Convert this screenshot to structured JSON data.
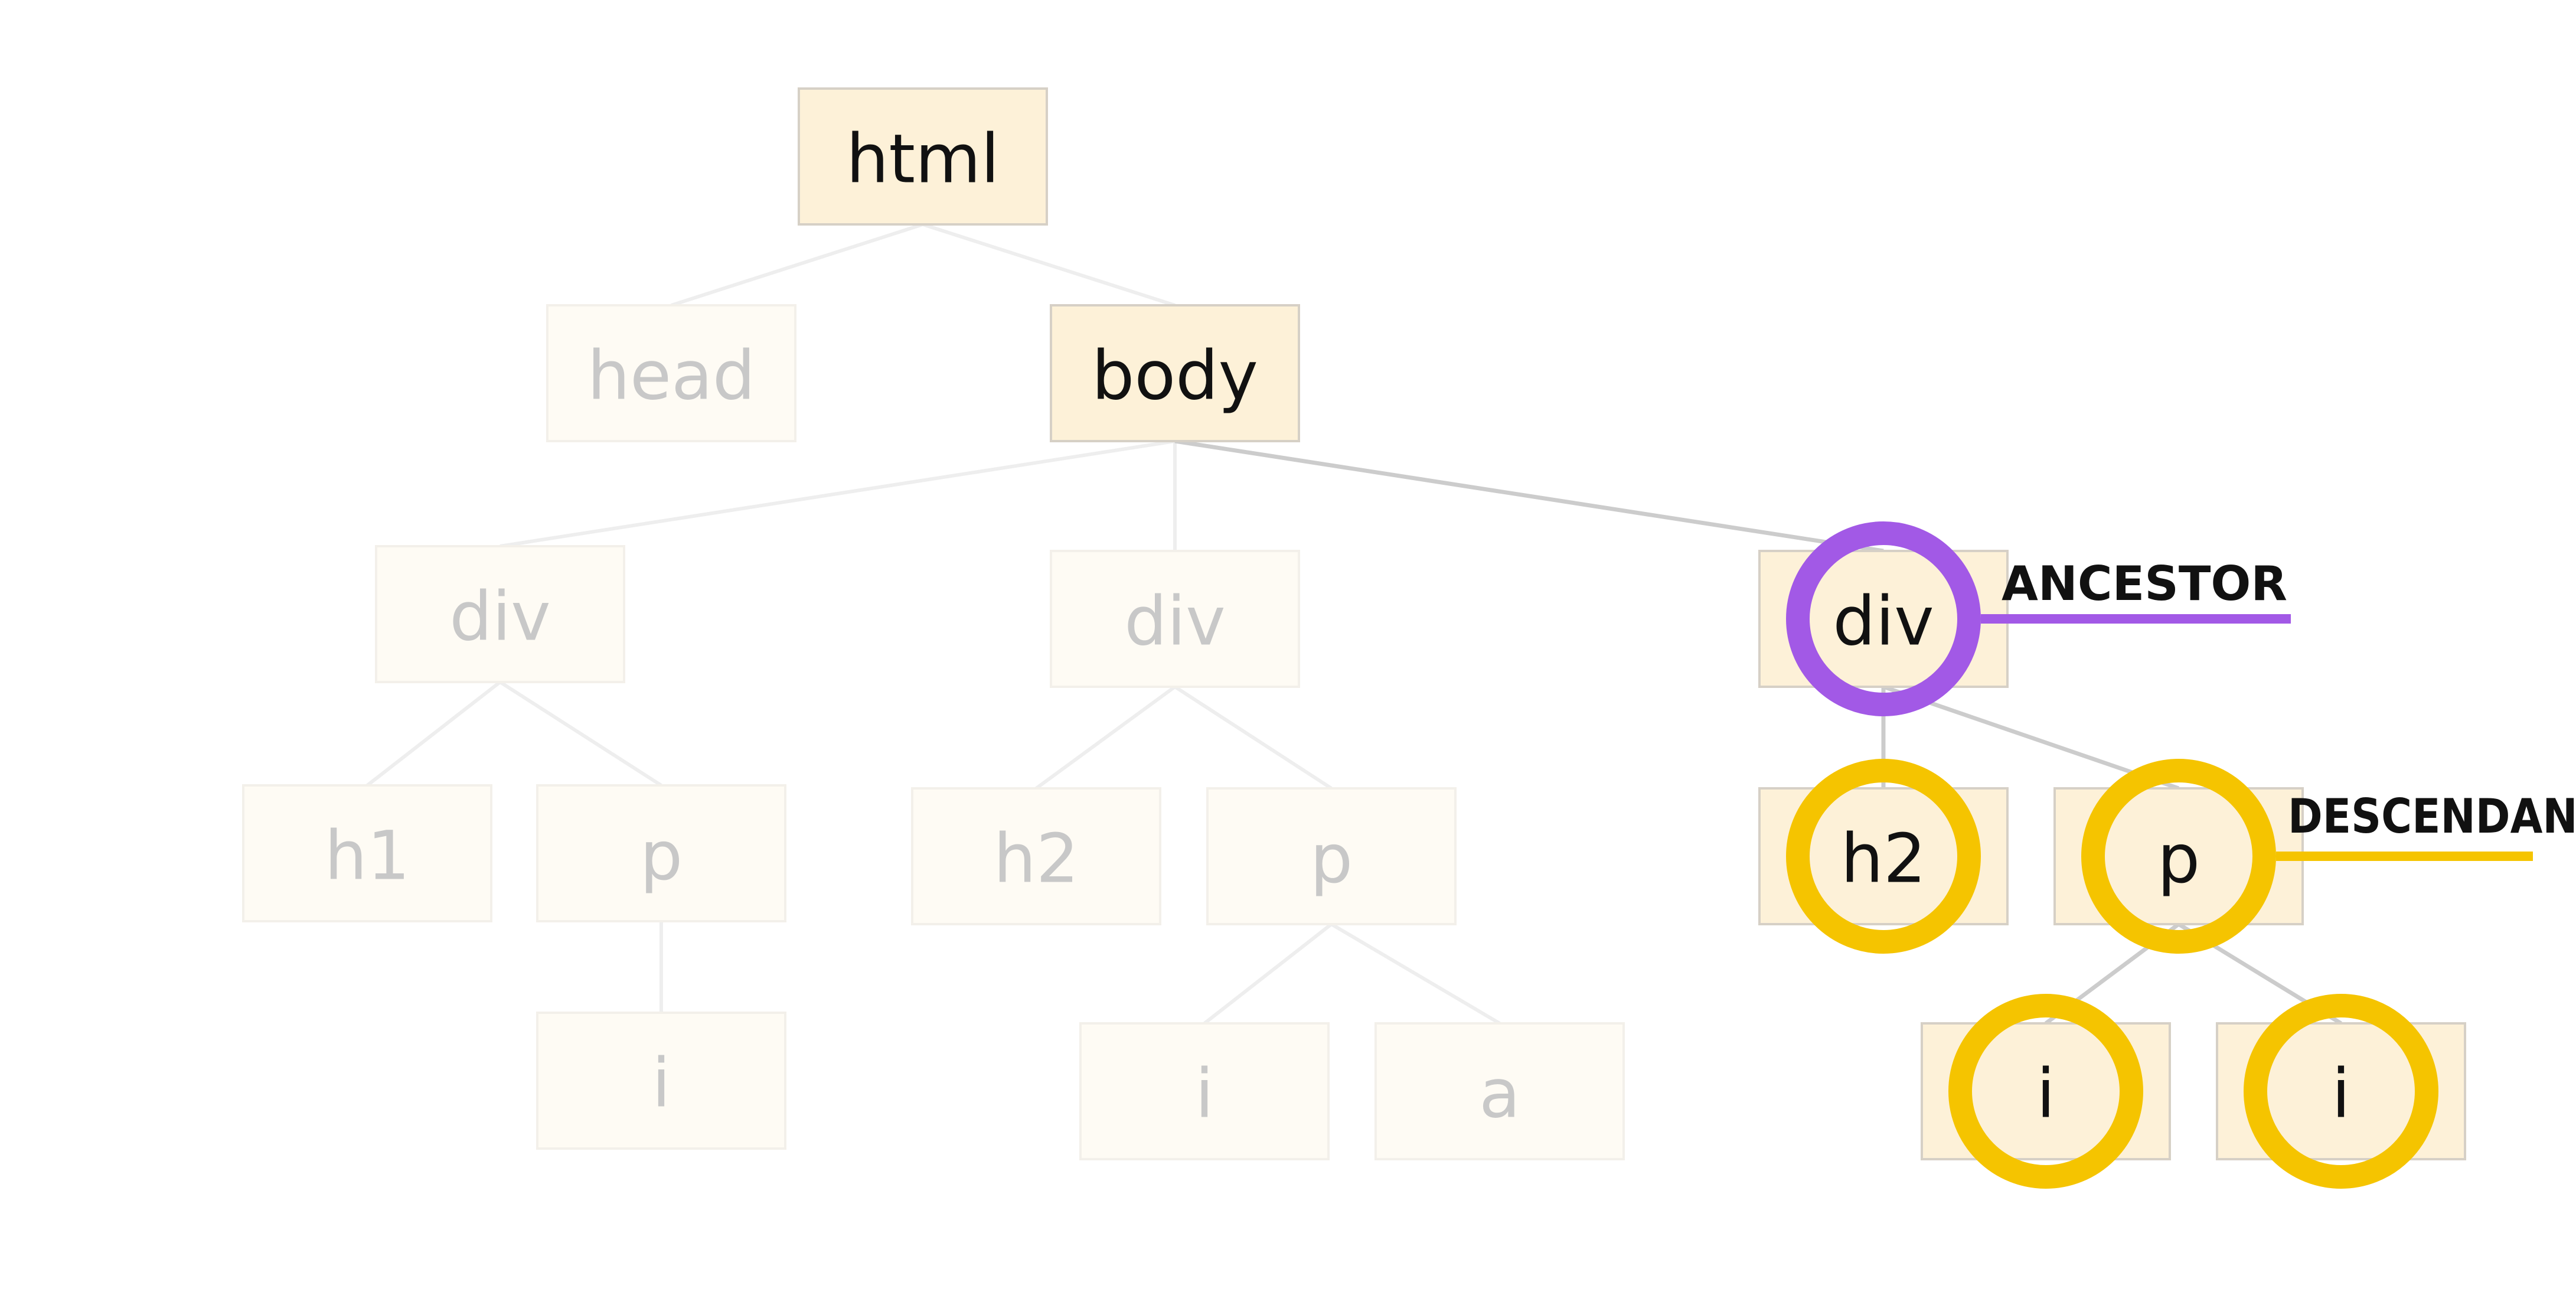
{
  "colors": {
    "active_fill": "#fdf1d8",
    "active_stroke": "#d6d0c6",
    "dim_fill": "#fefbf4",
    "dim_text": "#c8c8c8",
    "ancestor_ring": "#a259e6",
    "descendant_ring": "#f5c400",
    "label_text": "#111111"
  },
  "nodes": [
    {
      "id": "html",
      "label": "html",
      "active": true
    },
    {
      "id": "head",
      "label": "head",
      "active": false
    },
    {
      "id": "body",
      "label": "body",
      "active": true
    },
    {
      "id": "div1",
      "label": "div",
      "active": false
    },
    {
      "id": "div2",
      "label": "div",
      "active": false
    },
    {
      "id": "div3",
      "label": "div",
      "active": true
    },
    {
      "id": "h1",
      "label": "h1",
      "active": false
    },
    {
      "id": "p1",
      "label": "p",
      "active": false
    },
    {
      "id": "h2a",
      "label": "h2",
      "active": false
    },
    {
      "id": "p2",
      "label": "p",
      "active": false
    },
    {
      "id": "h2b",
      "label": "h2",
      "active": true
    },
    {
      "id": "p3",
      "label": "p",
      "active": true
    },
    {
      "id": "i1",
      "label": "i",
      "active": false
    },
    {
      "id": "i2",
      "label": "i",
      "active": false
    },
    {
      "id": "a1",
      "label": "a",
      "active": false
    },
    {
      "id": "i3",
      "label": "i",
      "active": true
    },
    {
      "id": "i4",
      "label": "i",
      "active": true
    }
  ],
  "edges": [
    {
      "from": "html",
      "to": "head",
      "active": false
    },
    {
      "from": "html",
      "to": "body",
      "active": false
    },
    {
      "from": "body",
      "to": "div1",
      "active": false
    },
    {
      "from": "body",
      "to": "div2",
      "active": false
    },
    {
      "from": "body",
      "to": "div3",
      "active": true
    },
    {
      "from": "div1",
      "to": "h1",
      "active": false
    },
    {
      "from": "div1",
      "to": "p1",
      "active": false
    },
    {
      "from": "div2",
      "to": "h2a",
      "active": false
    },
    {
      "from": "div2",
      "to": "p2",
      "active": false
    },
    {
      "from": "div3",
      "to": "h2b",
      "active": true
    },
    {
      "from": "div3",
      "to": "p3",
      "active": true
    },
    {
      "from": "p1",
      "to": "i1",
      "active": false
    },
    {
      "from": "p2",
      "to": "i2",
      "active": false
    },
    {
      "from": "p2",
      "to": "a1",
      "active": false
    },
    {
      "from": "p3",
      "to": "i3",
      "active": true
    },
    {
      "from": "p3",
      "to": "i4",
      "active": true
    }
  ],
  "highlights": {
    "ancestor": {
      "label": "ANCESTOR",
      "targets": [
        "div3"
      ]
    },
    "descendants": {
      "label": "DESCENDANTS",
      "targets": [
        "h2b",
        "p3",
        "i3",
        "i4"
      ]
    }
  }
}
